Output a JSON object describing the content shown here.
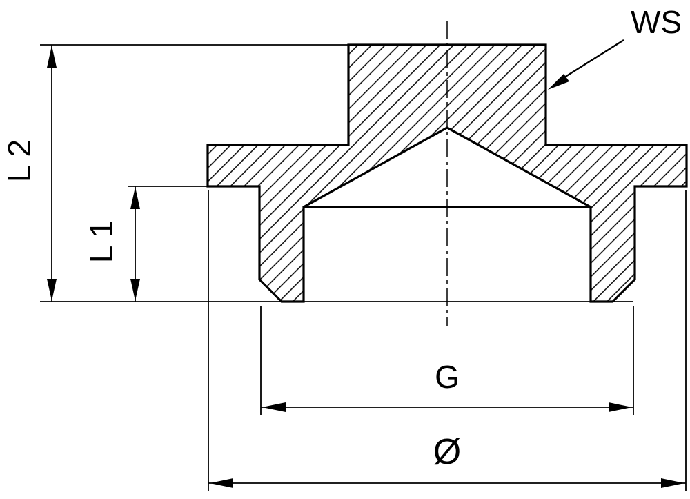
{
  "drawing": {
    "type": "technical-cross-section",
    "description": "Cross-section of a threaded screw plug with internal drilled cavity, hatched section, and dimension annotations",
    "labels": {
      "ws": "WS",
      "l2": "L 2",
      "l1": "L 1",
      "g": "G",
      "diameter": "Ø"
    },
    "colors": {
      "line": "#000000",
      "background": "#ffffff"
    }
  }
}
